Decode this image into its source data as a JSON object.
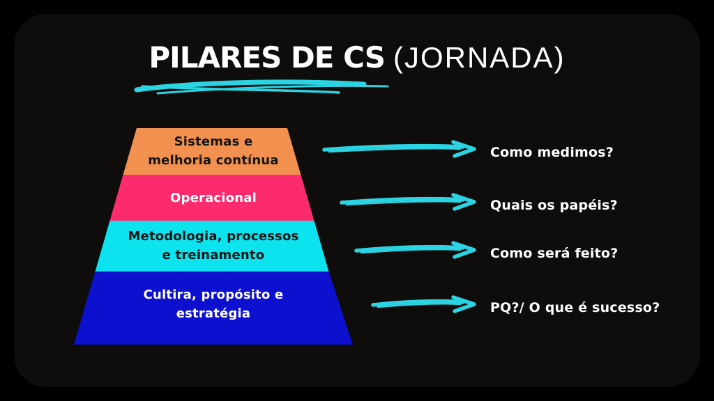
{
  "colors": {
    "background": "#000000",
    "card": "#0e0d0b",
    "accent_teal": "#2bd3e3",
    "text_light": "#ffffff"
  },
  "title": {
    "main": "PILARES DE CS",
    "suffix": "(JORNADA)"
  },
  "pyramid": {
    "layers": [
      {
        "name": "sistemas",
        "label": "Sistemas e\nmelhoria contínua",
        "color": "#f2914f",
        "text_color": "#141414"
      },
      {
        "name": "operacional",
        "label": "Operacional",
        "color": "#fb2b6e",
        "text_color": "#ffffff"
      },
      {
        "name": "metodologia",
        "label": "Metodologia, processos\ne treinamento",
        "color": "#0de2ef",
        "text_color": "#141414"
      },
      {
        "name": "cultura",
        "label": "Cultira, propósito e\nestratégia",
        "color": "#0d10ce",
        "text_color": "#ffffff"
      }
    ]
  },
  "questions": [
    {
      "text": "Como medimos?"
    },
    {
      "text": "Quais os papéis?"
    },
    {
      "text": "Como será feito?"
    },
    {
      "text": "PQ?/ O que é sucesso?"
    }
  ]
}
